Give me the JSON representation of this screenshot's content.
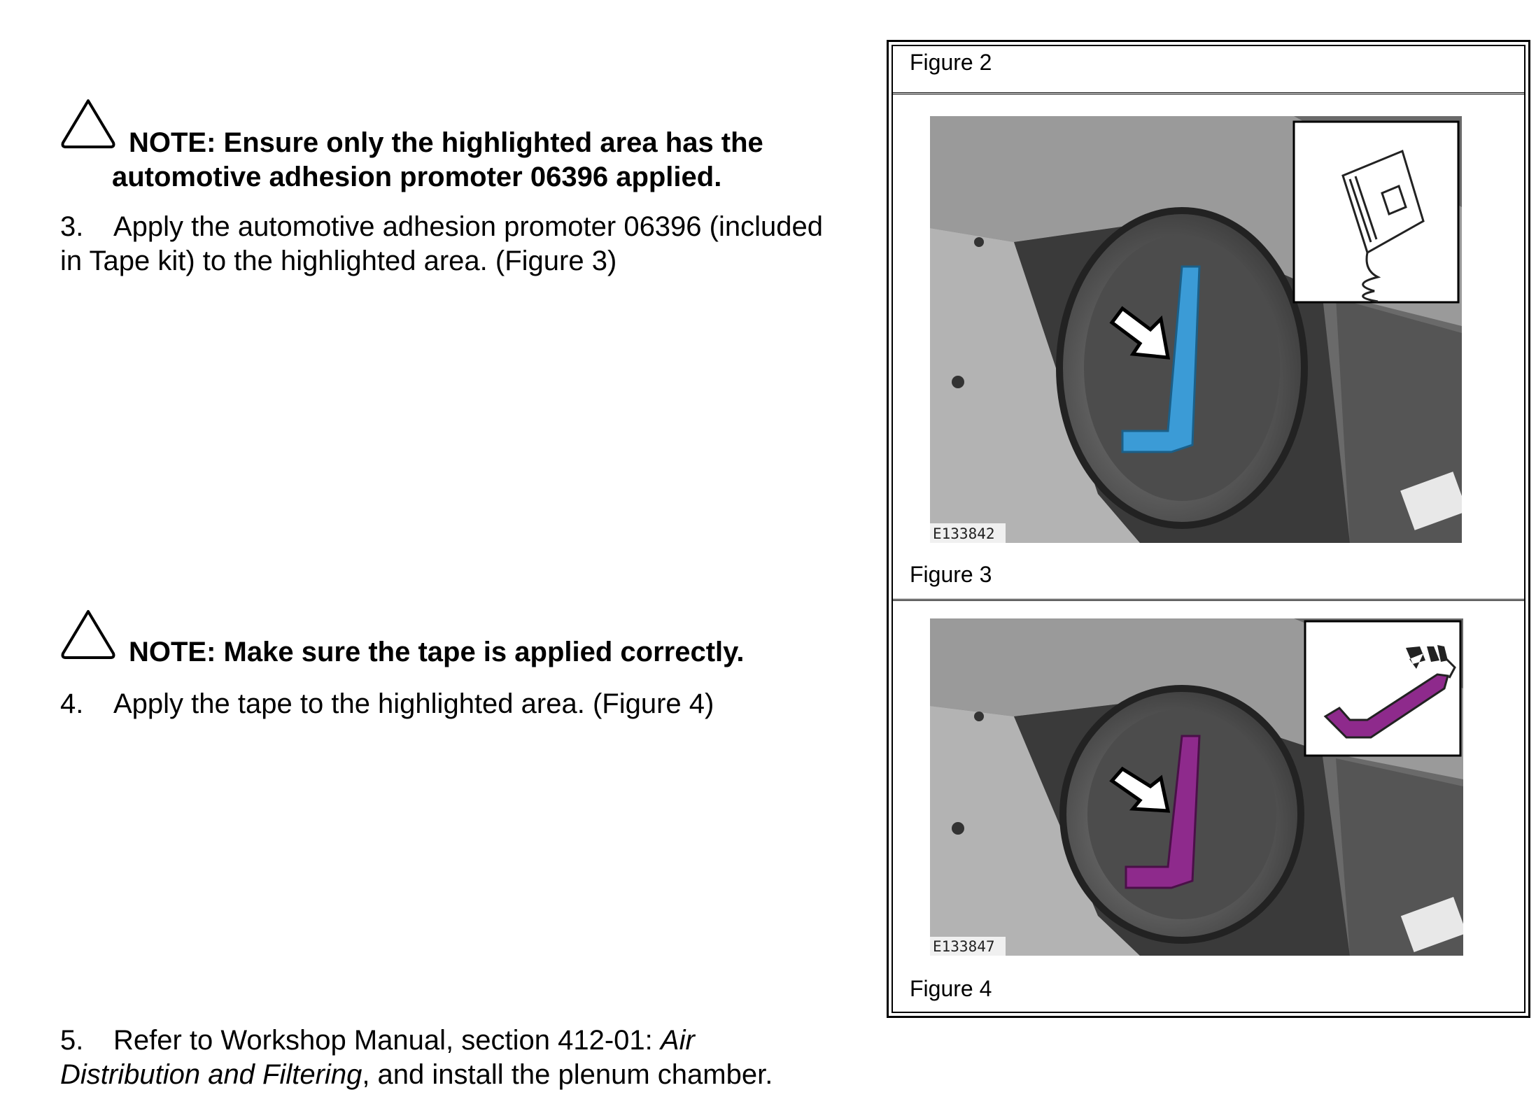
{
  "notes": {
    "note1_line1": "NOTE:  Ensure only the highlighted area has the",
    "note1_line2": "automotive adhesion promoter 06396 applied.",
    "note2": "NOTE:  Make sure the tape is applied correctly."
  },
  "steps": {
    "step3_num": "3.",
    "step3_line1": "Apply the automotive adhesion promoter 06396 (included",
    "step3_line2": "in Tape kit) to the highlighted area. (Figure 3)",
    "step4_num": "4.",
    "step4_line1": "Apply the tape to the highlighted area. (Figure 4)",
    "step5_num": "5.",
    "step5_line1_a": "Refer to Workshop Manual, section 412-01:  ",
    "step5_line1_b": "Air",
    "step5_line2_a": "Distribution and Filtering",
    "step5_line2_b": ", and install the plenum chamber."
  },
  "figures": {
    "fig2_caption": "Figure 2",
    "fig3_caption": "Figure 3",
    "fig4_caption": "Figure 4",
    "fig3_image_code": "E133842",
    "fig4_image_code": "E133847"
  },
  "colors": {
    "highlight_blue": "#3b9bd6",
    "highlight_purple": "#8e2a8c"
  }
}
